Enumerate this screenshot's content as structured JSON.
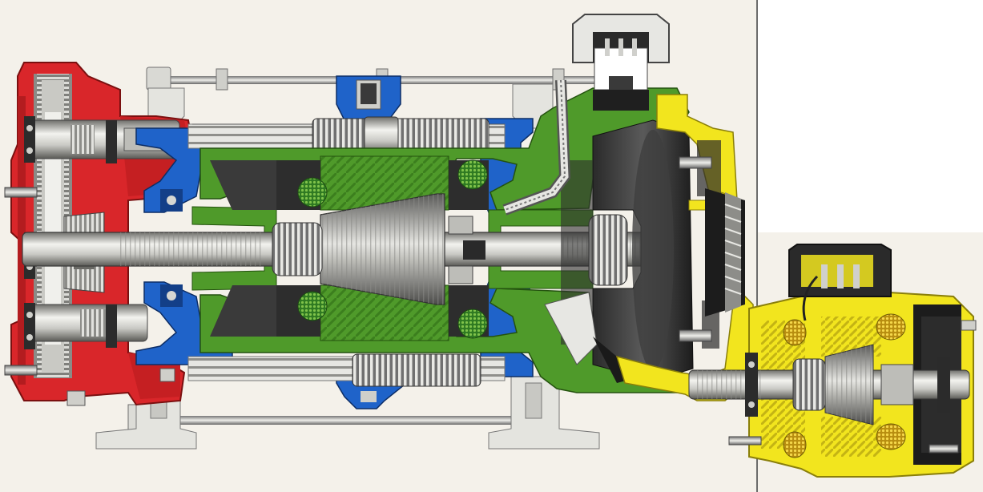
{
  "figure": {
    "kind": "cutaway illustration",
    "palette": {
      "paper": "#f4f1ea",
      "red_housing": "#d9262a",
      "blue_housing": "#1f63c9",
      "green_housing": "#4f9a2a",
      "yellow_housing": "#f2e51e",
      "steel_light": "#d7d7d2",
      "steel_mid": "#9a9a96",
      "steel_dark": "#3a3a3a",
      "winding_green": "#2f7a22",
      "winding_yellow": "#c8a418"
    },
    "components": [
      {
        "id": "gear-housing",
        "color_role": "red_housing"
      },
      {
        "id": "motor-end-housing",
        "color_role": "blue_housing"
      },
      {
        "id": "main-motor-housing",
        "color_role": "green_housing"
      },
      {
        "id": "brake-housing",
        "color_role": "yellow_housing"
      },
      {
        "id": "secondary-motor",
        "color_role": "yellow_housing"
      },
      {
        "id": "terminal-box-main",
        "color_role": "steel_light"
      },
      {
        "id": "terminal-box-secondary",
        "color_role": "steel_dark"
      }
    ]
  }
}
